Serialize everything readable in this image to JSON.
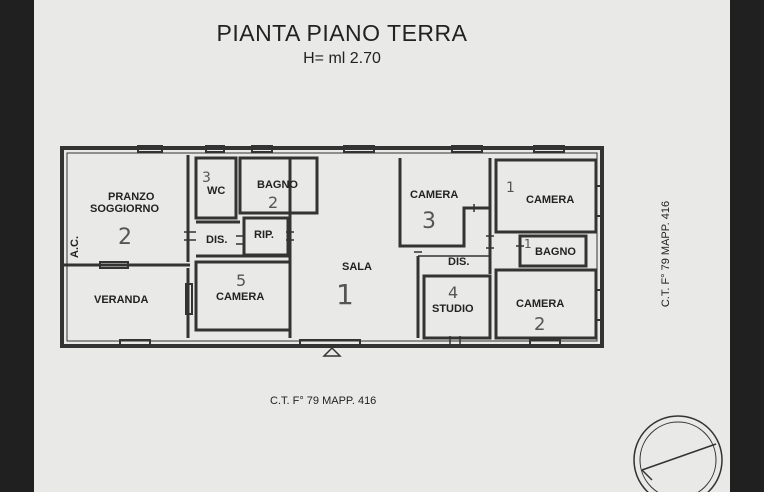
{
  "plan": {
    "title": "PIANTA PIANO TERRA",
    "height_note": "H= ml 2.70",
    "cadastral_ref_bottom": "C.T. F° 79 MAPP. 416",
    "cadastral_ref_side": "C.T. F° 79 MAPP. 416"
  },
  "rooms": {
    "pranzo": "PRANZO",
    "soggiorno": "SOGGIORNO",
    "ac": "A.C.",
    "wc": "WC",
    "bagno_top": "BAGNO",
    "dis_left": "DIS.",
    "rip": "RIP.",
    "veranda": "VERANDA",
    "camera_left": "CAMERA",
    "sala": "SALA",
    "camera_mid": "CAMERA",
    "dis_right": "DIS.",
    "studio": "STUDIO",
    "camera_top_right": "CAMERA",
    "bagno_right": "BAGNO",
    "camera_bottom_right": "CAMERA"
  },
  "handwritten": {
    "pranzo": "2",
    "wc": "3",
    "bagno_top": "2",
    "camera_left": "5",
    "sala": "1",
    "camera_mid": "3",
    "studio": "4",
    "camera_top_right": "1",
    "bagno_right": "1",
    "camera_bottom_right": "2"
  }
}
